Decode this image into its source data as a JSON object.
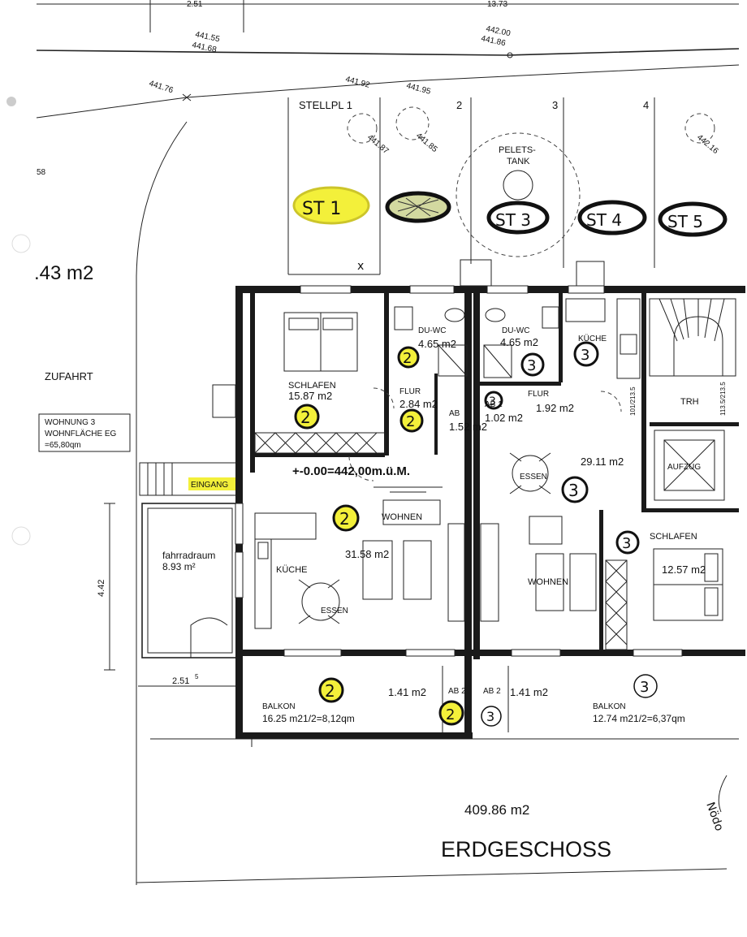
{
  "site": {
    "top_dims": [
      "2.51",
      "13.73"
    ],
    "spot_heights": [
      "441.55",
      "441.68",
      "442.00",
      "441.86",
      "441.76",
      "441.92",
      "441.95",
      "441.87",
      "441.85",
      "442.16",
      "58"
    ],
    "left_area": ".43 m2",
    "zufahrt": "ZUFAHRT",
    "total_area": "409.86 m2",
    "floor_title": "ERDGESCHOSS",
    "side_dim": "4.42",
    "bottom_dim": "2.51",
    "bottom_dim_sup": "5",
    "handwritten_margin": "Nödo"
  },
  "parking": {
    "label": "STELLPL 1",
    "numbers": [
      "2",
      "3",
      "4"
    ],
    "pellet_tank": [
      "PELETS-",
      "TANK"
    ],
    "spots": [
      "ST 1",
      "ST 3",
      "ST 4",
      "ST 5"
    ]
  },
  "info_box": {
    "line1": "WOHNUNG 3",
    "line2": "WOHNFLÄCHE EG",
    "line3": "=65,80qm"
  },
  "entrance": {
    "label": "EINGANG",
    "level": "+-0.00=442,00m.ü.M."
  },
  "bike_room": {
    "name": "fahrradraum",
    "area": "8.93 m²"
  },
  "unit2": {
    "marker": "2",
    "bedroom": {
      "name": "SCHLAFEN",
      "area": "15.87 m2"
    },
    "bath": {
      "name": "DU-WC",
      "area": "4.65 m2"
    },
    "hall": {
      "name": "FLUR",
      "area": "2.84 m2"
    },
    "storage": {
      "name": "AB",
      "area": "1.52 m2"
    },
    "living": {
      "name": "WOHNEN",
      "area": "31.58 m2"
    },
    "kitchen": "KÜCHE",
    "dining": "ESSEN",
    "balcony": {
      "name": "BALKON",
      "area": "16.25 m21/2=8,12qm"
    },
    "balcony_store": {
      "name": "AB 2",
      "area": "1.41 m2"
    }
  },
  "unit3": {
    "marker": "3",
    "bath": {
      "name": "DU-WC",
      "area": "4.65 m2"
    },
    "kitchen": "KÜCHE",
    "storage": {
      "name": "AB 1",
      "area": "1.02 m2"
    },
    "hall": {
      "name": "FLUR",
      "area": "1.92 m2"
    },
    "dining": "ESSEN",
    "living_area": "29.11 m2",
    "living": "WOHNEN",
    "bedroom": {
      "name": "SCHLAFEN",
      "area": "12.57 m2"
    },
    "balcony": {
      "name": "BALKON",
      "area": "12.74 m21/2=6,37qm"
    },
    "balcony_store": {
      "name": "AB 2",
      "area": "1.41 m2"
    }
  },
  "core": {
    "stair": "TRH",
    "lift": "AUFZUG",
    "stair_dims": [
      "101/213.5",
      "113.5/213.5"
    ]
  },
  "colors": {
    "highlight": "#f3f03a",
    "line": "#1a1a1a"
  }
}
